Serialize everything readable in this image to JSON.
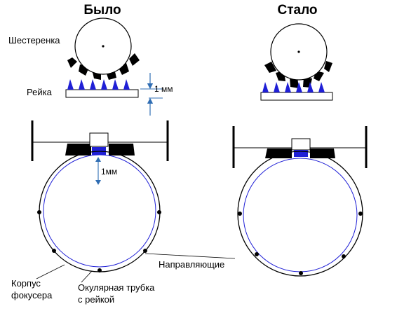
{
  "headings": {
    "before": "Было",
    "after": "Стало"
  },
  "labels": {
    "gear": "Шестеренка",
    "rack": "Рейка",
    "rack_gap": "1 мм",
    "tube_gap": "1мм",
    "guides": "Направляющие",
    "body_line1": "Корпус",
    "body_line2": "фокусера",
    "tube_line1": "Окулярная трубка",
    "tube_line2": "с рейкой"
  },
  "colors": {
    "teeth": "#1f1fd6",
    "tube": "#1f1fd6",
    "dim_arrow": "#2f6db3",
    "ink": "#000000"
  }
}
